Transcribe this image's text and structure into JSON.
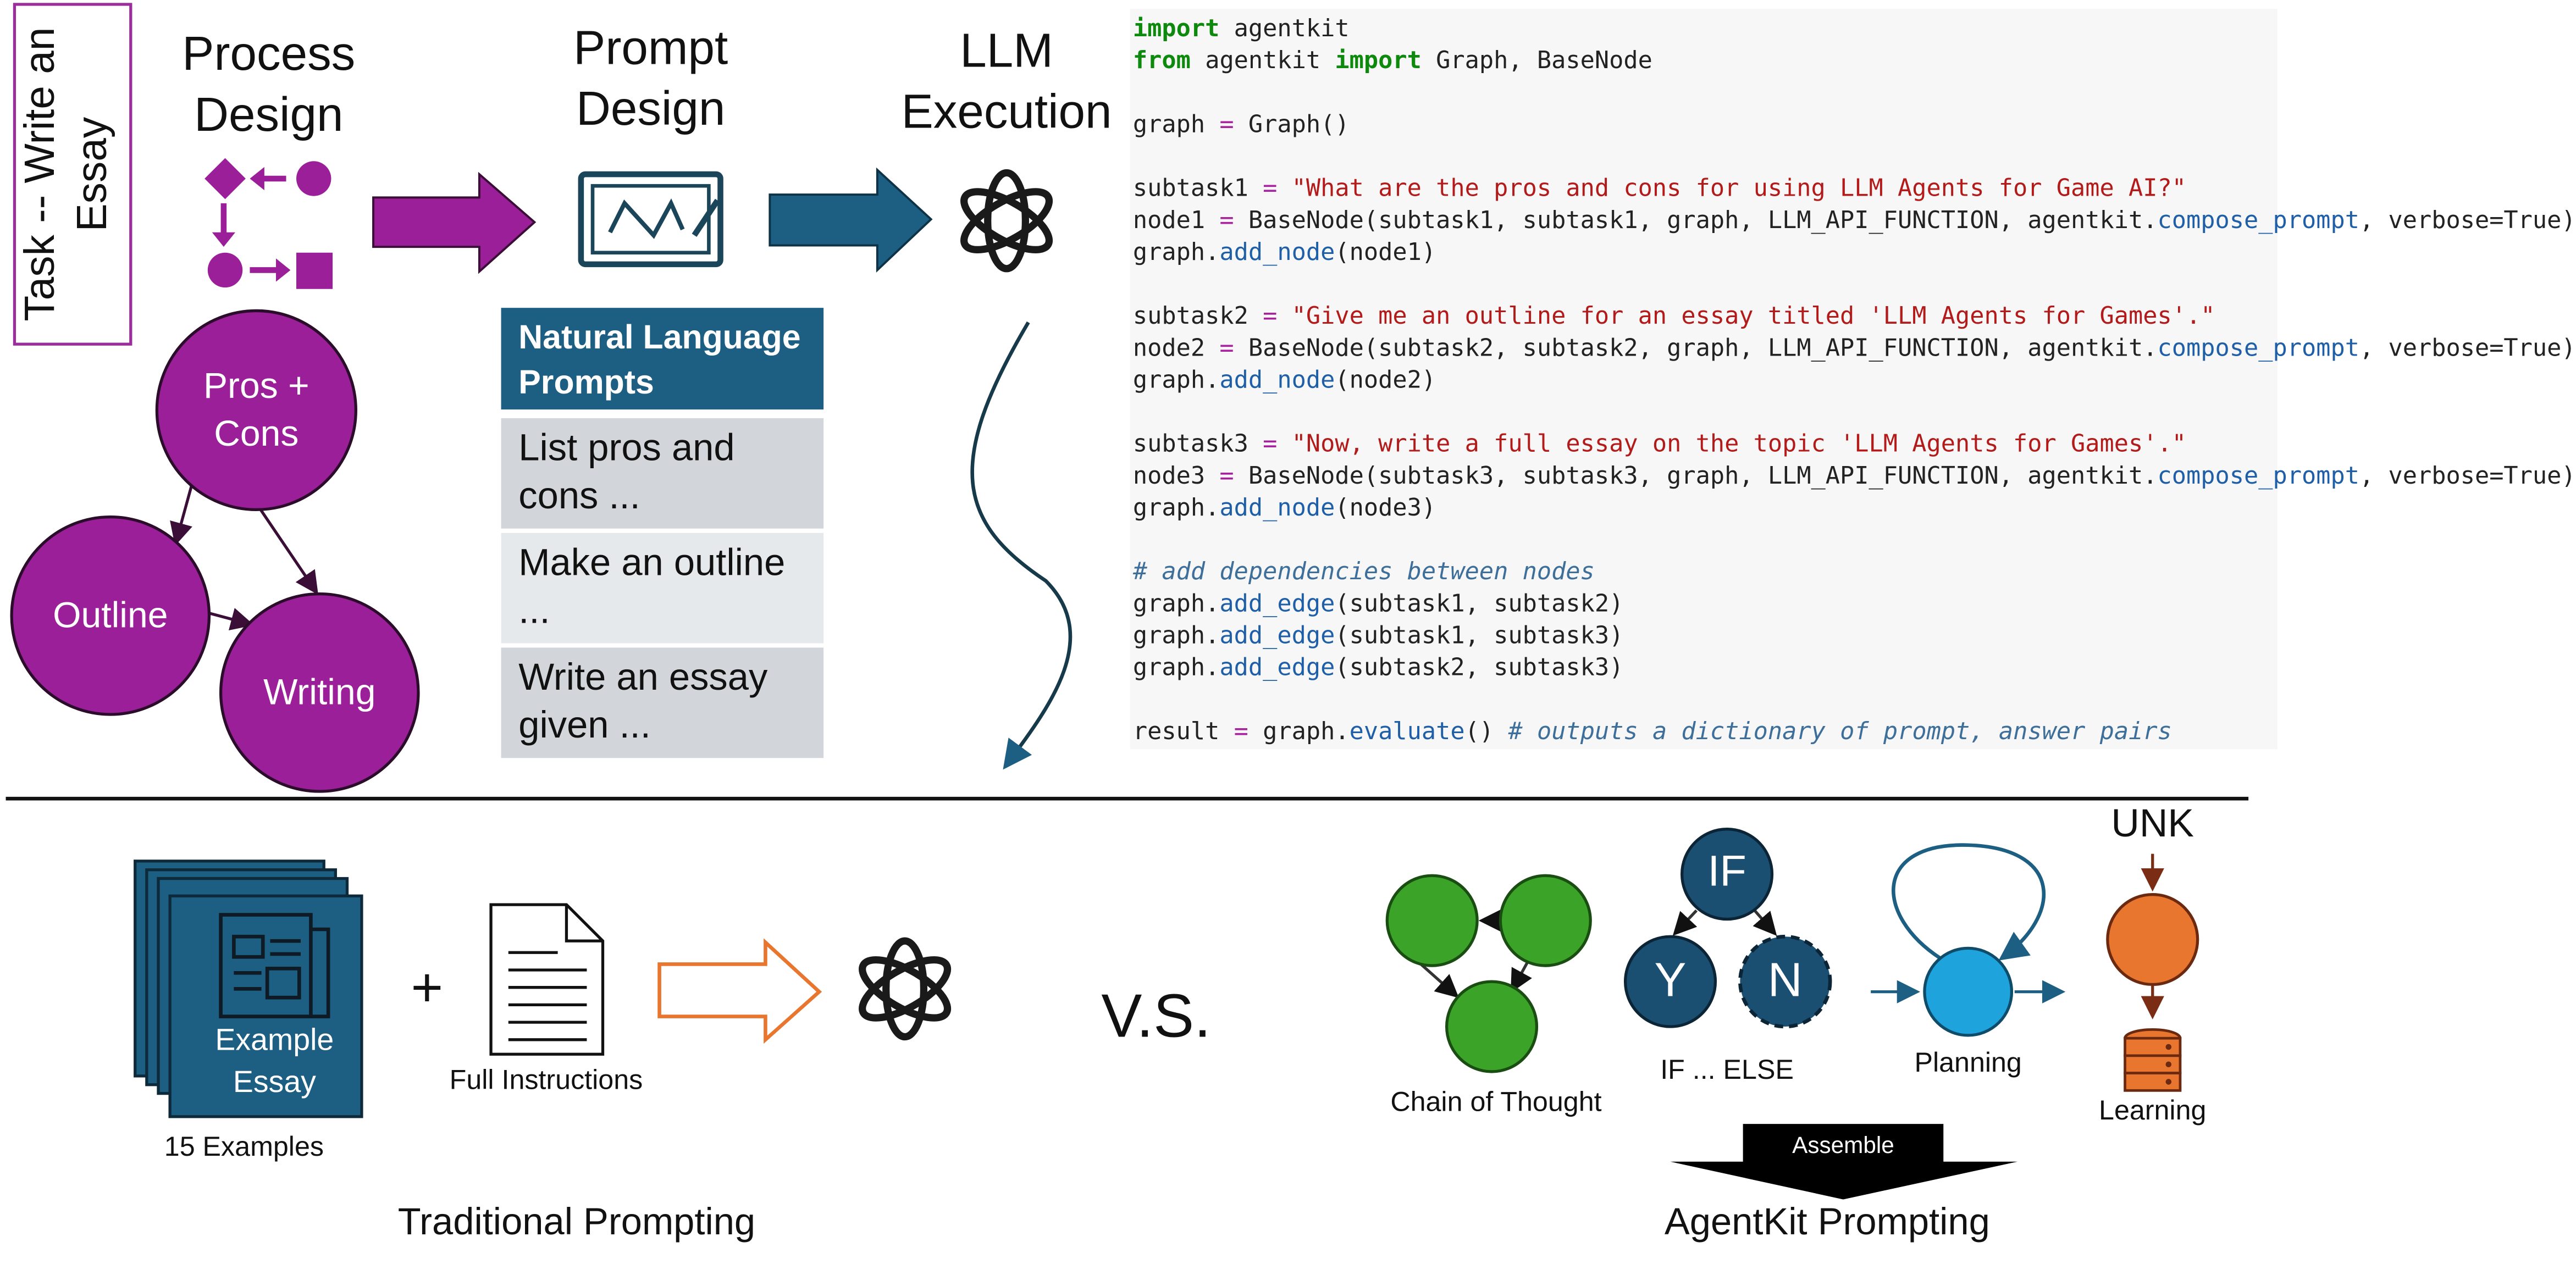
{
  "task_label": "Task -- Write an Essay",
  "headers": {
    "process": "Process Design",
    "prompt": "Prompt Design",
    "llm": "LLM Execution"
  },
  "process_nodes": {
    "pros_cons": "Pros + Cons",
    "outline": "Outline",
    "writing": "Writing"
  },
  "prompts_box": {
    "title": "Natural Language Prompts",
    "items": [
      "List pros and cons ...",
      "Make an outline ...",
      "Write an essay given ..."
    ]
  },
  "code_lines": [
    "import agentkit",
    "from agentkit import Graph, BaseNode",
    "",
    "graph = Graph()",
    "",
    "subtask1 = \"What are the pros and cons for using LLM Agents for Game AI?\"",
    "node1 = BaseNode(subtask1, subtask1, graph, LLM_API_FUNCTION, agentkit.compose_prompt, verbose=True)",
    "graph.add_node(node1)",
    "",
    "subtask2 = \"Give me an outline for an essay titled 'LLM Agents for Games'.\"",
    "node2 = BaseNode(subtask2, subtask2, graph, LLM_API_FUNCTION, agentkit.compose_prompt, verbose=True)",
    "graph.add_node(node2)",
    "",
    "subtask3 = \"Now, write a full essay on the topic 'LLM Agents for Games'.\"",
    "node3 = BaseNode(subtask3, subtask3, graph, LLM_API_FUNCTION, agentkit.compose_prompt, verbose=True)",
    "graph.add_node(node3)",
    "",
    "# add dependencies between nodes",
    "graph.add_edge(subtask1, subtask2)",
    "graph.add_edge(subtask1, subtask3)",
    "graph.add_edge(subtask2, subtask3)",
    "",
    "result = graph.evaluate() # outputs a dictionary of prompt, answer pairs"
  ],
  "traditional": {
    "example_essay": "Example Essay",
    "examples_count": "15 Examples",
    "plus": "+",
    "full_instructions": "Full Instructions",
    "title": "Traditional Prompting"
  },
  "vs": "V.S.",
  "agentkit": {
    "chain_of_thought": "Chain of Thought",
    "if_node": "IF",
    "yes_node": "Y",
    "no_node": "N",
    "if_else": "IF ... ELSE",
    "planning": "Planning",
    "unk": "UNK",
    "learning": "Learning",
    "assemble": "Assemble",
    "title": "AgentKit Prompting"
  },
  "colors": {
    "purple": "#9b1f99",
    "teal": "#1c5f82",
    "green": "#3aa328",
    "navy": "#1b4f72",
    "sky": "#1fa3dc",
    "orange": "#e8762f"
  }
}
